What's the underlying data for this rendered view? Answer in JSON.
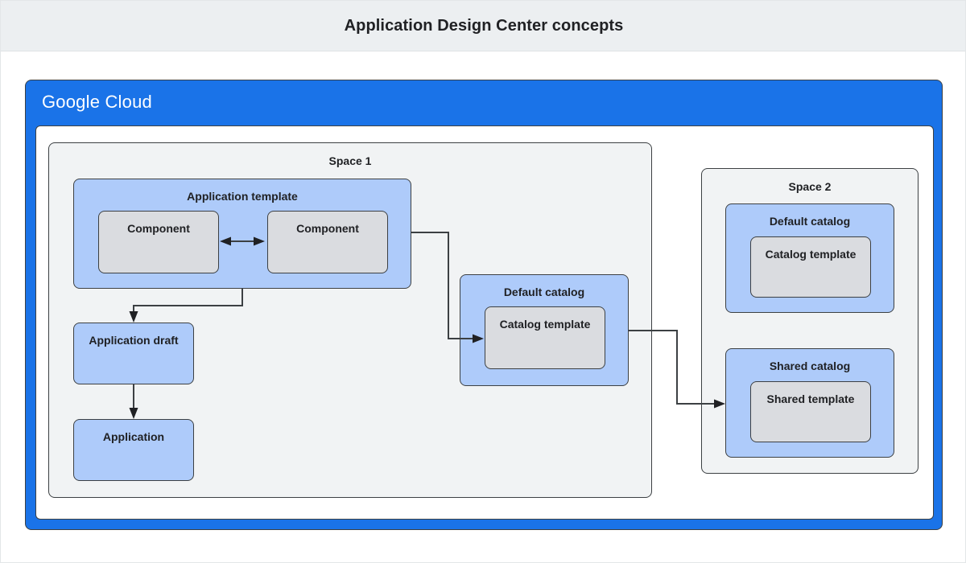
{
  "header": {
    "title": "Application Design Center concepts"
  },
  "cloud_frame": {
    "logo_bold": "Google",
    "logo_light": "Cloud",
    "brand_color": "#1a73e8"
  },
  "colors": {
    "blue_fill": "#aecbfa",
    "gray_fill": "#dadce0",
    "space_fill": "#f1f3f4",
    "stroke": "#3c4043",
    "title_bar": "#eceff1",
    "text": "#202124"
  },
  "spaces": [
    {
      "id": "space-1",
      "label": "Space 1",
      "nodes": {
        "app_template": {
          "label": "Application template",
          "children": [
            {
              "label": "Component"
            },
            {
              "label": "Component"
            }
          ]
        },
        "app_draft": {
          "label": "Application draft"
        },
        "application": {
          "label": "Application"
        },
        "default_catalog": {
          "label": "Default catalog",
          "children": [
            {
              "label": "Catalog template"
            }
          ]
        }
      }
    },
    {
      "id": "space-2",
      "label": "Space 2",
      "nodes": {
        "default_catalog": {
          "label": "Default catalog",
          "children": [
            {
              "label": "Catalog template"
            }
          ]
        },
        "shared_catalog": {
          "label": "Shared catalog",
          "children": [
            {
              "label": "Shared template"
            }
          ]
        }
      }
    }
  ],
  "connectors": [
    {
      "name": "component-to-component",
      "from": "Component",
      "to": "Component",
      "style": "bidirectional"
    },
    {
      "name": "app-template-to-app-draft",
      "from": "Application template",
      "to": "Application draft",
      "style": "arrow"
    },
    {
      "name": "app-draft-to-application",
      "from": "Application draft",
      "to": "Application",
      "style": "arrow"
    },
    {
      "name": "app-template-to-catalog-tmpl",
      "from": "Application template",
      "to": "Catalog template",
      "style": "arrow"
    },
    {
      "name": "default-catalog-to-shared-tmpl",
      "from": "Default catalog",
      "to": "Shared template",
      "style": "arrow"
    }
  ]
}
